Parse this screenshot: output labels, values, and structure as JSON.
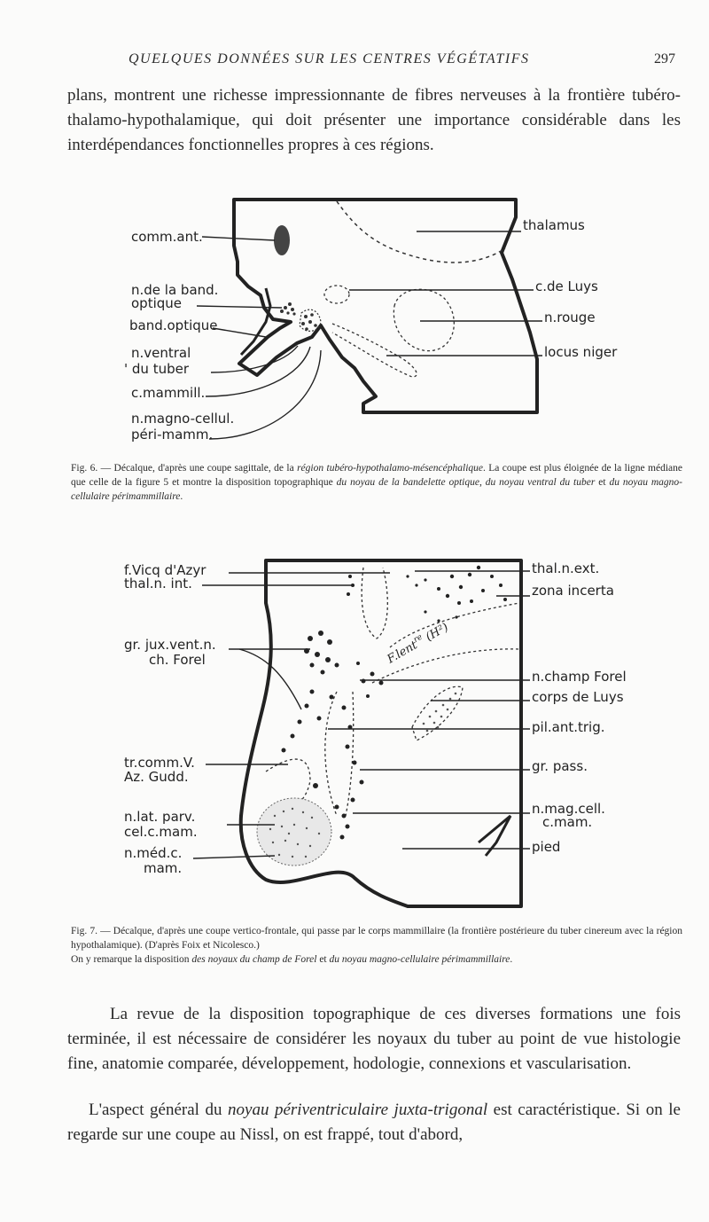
{
  "running_head": {
    "title": "QUELQUES DONNÉES SUR LES CENTRES VÉGÉTATIFS",
    "page_number": "297"
  },
  "intro_paragraph": "plans, montrent une richesse impressionnante de fibres nerveuses à la frontière tubéro-thalamo-hypothalamique, qui doit présenter une importance considérable dans les interdépendances fonctionnelles propres à ces régions.",
  "figure6": {
    "labels_left": {
      "comm_ant": "comm.ant.",
      "n_bande_1": "n.de la band.",
      "n_bande_2": "optique",
      "band_optique": "band.optique",
      "n_ventral_1": "n.ventral",
      "n_ventral_2": "' du tuber",
      "c_mammill": "c.mammill.",
      "n_magno_1": "n.magno-cellul.",
      "n_magno_2": "péri-mamm."
    },
    "labels_right": {
      "thalamus": "thalamus",
      "c_de_luys": "c.de Luys",
      "n_rouge": "n.rouge",
      "locus_niger": "locus niger"
    },
    "caption": {
      "prefix": "Fig. 6. — ",
      "text_a": "Décalque, d'après une coupe sagittale, de la ",
      "italic_a": "région tubéro-hypothalamo-mésencéphalique",
      "text_b": ". La coupe est plus éloignée de la ligne médiane que celle de la figure 5 et montre la disposition topographique ",
      "italic_b": "du noyau de la bandelette optique",
      "text_c": ", ",
      "italic_c": "du noyau ventral du tuber",
      "text_d": " et ",
      "italic_d": "du noyau magno-cellulaire périmammillaire",
      "text_e": "."
    }
  },
  "figure7": {
    "labels_left": {
      "f_vicq": "f.Vicq d'Azyr",
      "thal_n_int": "thal.n. int.",
      "gr_jux_1": "gr. jux.vent.n.",
      "gr_jux_2": "ch. Forel",
      "tr_comm_1": "tr.comm.V.",
      "tr_comm_2": "Az. Gudd.",
      "n_lat_1": "n.lat. parv.",
      "n_lat_2": "cel.c.mam.",
      "n_med_1": "n.méd.c.",
      "n_med_2": "mam."
    },
    "labels_right": {
      "thal_n_ext": "thal.n.ext.",
      "zona_incerta": "zona incerta",
      "n_champ_forel": "n.champ Forel",
      "corps_de_luys": "corps de Luys",
      "pil_ant_trig": "pil.ant.trig.",
      "gr_pass": "gr. pass.",
      "n_mag_cell_1": "n.mag.cell.",
      "n_mag_cell_2": "c.mam.",
      "pied": "pied"
    },
    "inner_label": "F.lent",
    "inner_label_sup": "re",
    "inner_label_h": "(H²)",
    "caption": {
      "prefix": "Fig. 7. — ",
      "text_a": "Décalque, d'après une coupe vertico-frontale, qui passe par le corps mammillaire (la frontière postérieure du tuber cinereum avec la région hypothalamique). (D'après Foix et Nicolesco.)",
      "text_b": "On y remarque la disposition ",
      "italic_b": "des noyaux du champ de Forel",
      "text_c": " et ",
      "italic_c": "du noyau magno-cellulaire périmammillaire",
      "text_d": "."
    }
  },
  "para2": {
    "text": "La revue de la disposition topographique de ces diverses formations une fois terminée, il est nécessaire de considérer les noyaux du tuber au point de vue histologie fine, anatomie comparée, développement, hodologie, connexions et vascularisation."
  },
  "para3": {
    "text_a": "L'aspect général du ",
    "italic_a": "noyau périventriculaire juxta-trigonal",
    "text_b": " est caractéristique. Si on le regarde sur une coupe au Nissl, on est frappé, tout d'abord,"
  }
}
